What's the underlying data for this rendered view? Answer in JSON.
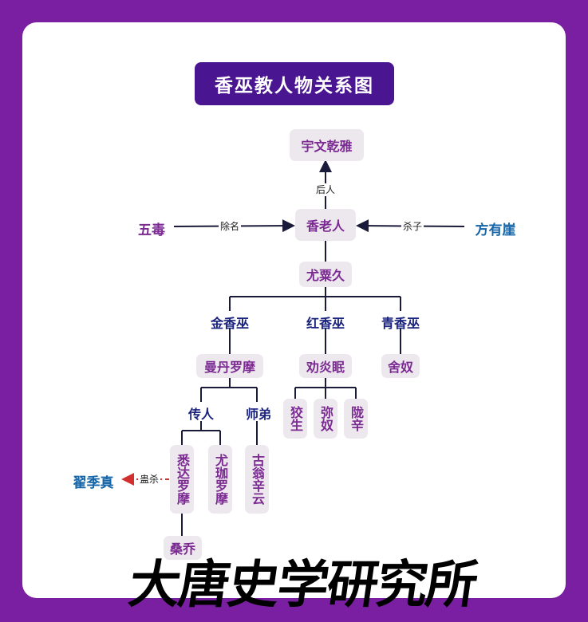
{
  "title": "香巫教人物关系图",
  "nodes": {
    "yuwen": "宇文乾雅",
    "xianglaoren": "香老人",
    "wudu": "五毒",
    "fangyouya": "方有崖",
    "youlijiu": "尤粟久",
    "jinxiangwu": "金香巫",
    "hongxiangwu": "红香巫",
    "qingxiangwu": "青香巫",
    "mandan": "曼丹罗摩",
    "jieyanmian": "劝炎眠",
    "shenu": "舍奴",
    "chuanren": "传人",
    "shidi": "师弟",
    "jiaosheng": "狡生",
    "minu": "弥奴",
    "longxin": "陇辛",
    "xida": "悉达罗摩",
    "youjia": "尤珈罗摩",
    "guweng": "古翁辛云",
    "zhaijizhen": "翟季真",
    "sangqiao": "桑乔"
  },
  "edges": {
    "houren": "后人",
    "chuming": "除名",
    "shazi": "杀子",
    "gusha": "蛊杀"
  },
  "watermark": "大唐史学研究所",
  "colors": {
    "background": "#7b1fa2",
    "title_bg": "#4a1591",
    "node_bg": "#ede8ee",
    "node_text": "#7b2a92",
    "dark_text": "#1a237e",
    "blue_text": "#1565a8",
    "kill_arrow": "#d32f2f"
  }
}
